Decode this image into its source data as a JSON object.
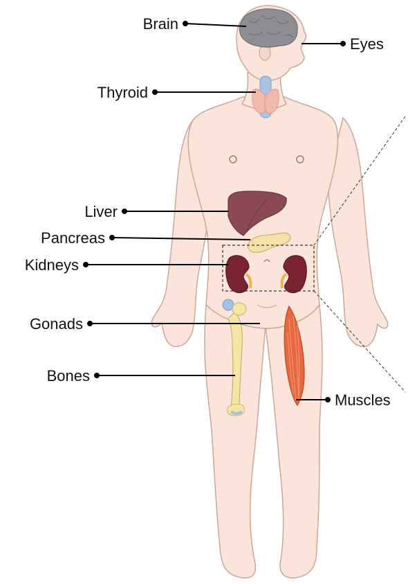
{
  "labels": {
    "brain": "Brain",
    "eyes": "Eyes",
    "thyroid": "Thyroid",
    "liver": "Liver",
    "pancreas": "Pancreas",
    "kidneys": "Kidneys",
    "gonads": "Gonads",
    "bones": "Bones",
    "muscles": "Muscles"
  },
  "colors": {
    "skin": "#fbe4d9",
    "skin_outline": "#c9a79a",
    "brain": "#8d8e91",
    "thyroid_blue": "#a9c4e2",
    "thyroid_pink": "#f3b8ae",
    "liver": "#8a4a55",
    "pancreas": "#f6e2a7",
    "kidney": "#7b2431",
    "bone": "#f6e6a6",
    "bone_joint": "#9fc3e6",
    "muscle": "#e8673f",
    "leader_line": "#000000"
  }
}
